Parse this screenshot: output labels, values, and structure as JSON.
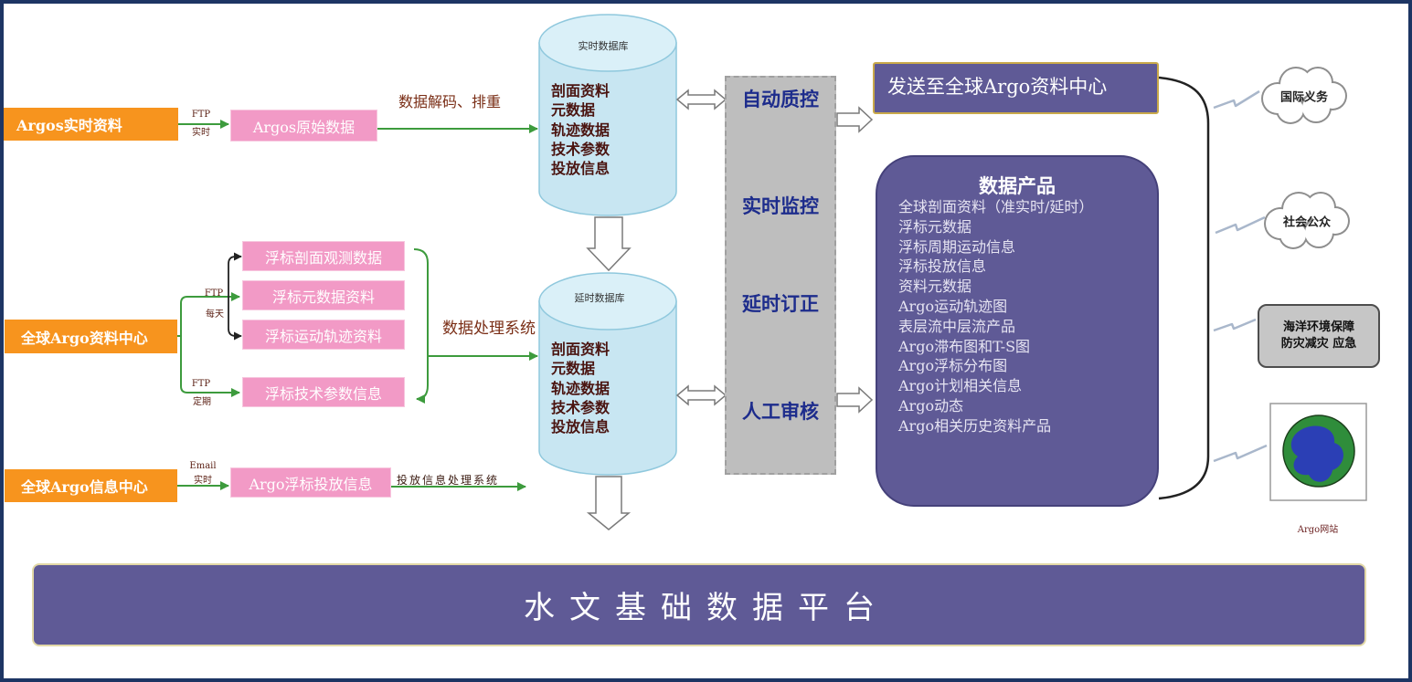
{
  "sources": {
    "argos": "Argos实时资料",
    "gdac": "全球Argo资料中心",
    "info_center": "全球Argo信息中心"
  },
  "links": {
    "argos": {
      "top": "FTP",
      "bottom": "实时"
    },
    "daily": {
      "top": "FTP",
      "bottom": "每天"
    },
    "periodic": {
      "top": "FTP",
      "bottom": "定期"
    },
    "email": {
      "top": "Email",
      "bottom": "实时"
    }
  },
  "raw": {
    "argos_raw": "Argos原始数据",
    "profile": "浮标剖面观测数据",
    "meta": "浮标元数据资料",
    "trajectory": "浮标运动轨迹资料",
    "tech": "浮标技术参数信息",
    "deploy": "Argo浮标投放信息"
  },
  "processes": {
    "decode": "数据解码、排重",
    "processing": "数据处理系统",
    "deploy_processing": "投放信息处理系统"
  },
  "databases": [
    {
      "name": "实时数据库",
      "items": [
        "剖面资料",
        "元数据",
        "轨迹数据",
        "技术参数",
        "投放信息"
      ]
    },
    {
      "name": "延时数据库",
      "items": [
        "剖面资料",
        "元数据",
        "轨迹数据",
        "技术参数",
        "投放信息"
      ]
    }
  ],
  "qc_steps": [
    "自动质控",
    "实时监控",
    "延时订正",
    "人工审核"
  ],
  "send_to": "发送至全球Argo资料中心",
  "products": {
    "title": "数据产品",
    "items": [
      "全球剖面资料（准实时/延时）",
      "浮标元数据",
      "浮标周期运动信息",
      "浮标投放信息",
      "资料元数据",
      "Argo运动轨迹图",
      "表层流中层流产品",
      "Argo滞布图和T-S图",
      "Argo浮标分布图",
      "Argo计划相关信息",
      "Argo动态",
      "Argo相关历史资料产品"
    ]
  },
  "users": {
    "international": "国际义务",
    "public": "社会公众",
    "marine": {
      "line1": "海洋环境保障",
      "line2": "防灾减灾 应急"
    },
    "website": "Argo网站",
    "website_icon": "globe-icon"
  },
  "platform": "水文基础数据平台",
  "colors": {
    "orange": "#F7941E",
    "pink": "#F29AC6",
    "purple": "#5F5A96",
    "qc_band": "#BEBEBE",
    "qc_text": "#1D2C8C",
    "green": "#3D9B3D",
    "cylinder": "#C8E6F2"
  }
}
